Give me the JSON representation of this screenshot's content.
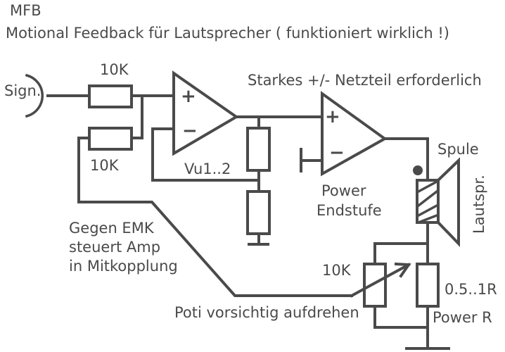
{
  "title": "MFB",
  "subtitle": "Motional Feedback für Lautsprecher ( funktioniert wirklich !)",
  "labels": {
    "signal": "Sign.",
    "r_input": "10K",
    "r_feedback": "10K",
    "opamp": "Vu1..2",
    "power_note": "Starkes +/- Netzteil erforderlich",
    "power_amp_line1": "Power",
    "power_amp_line2": "Endstufe",
    "coil": "Spule",
    "speaker": "Lautspr.",
    "note_line1": "Gegen EMK",
    "note_line2": "steuert Amp",
    "note_line3": "in Mitkopplung",
    "poti": "10K",
    "sense_r_value": "0.5..1R",
    "sense_r_name": "Power R",
    "poti_note": "Poti vorsichtig aufdrehen",
    "plus": "+",
    "minus": "−"
  },
  "colors": {
    "ink": "#4a4a4a",
    "background": "#ffffff"
  }
}
